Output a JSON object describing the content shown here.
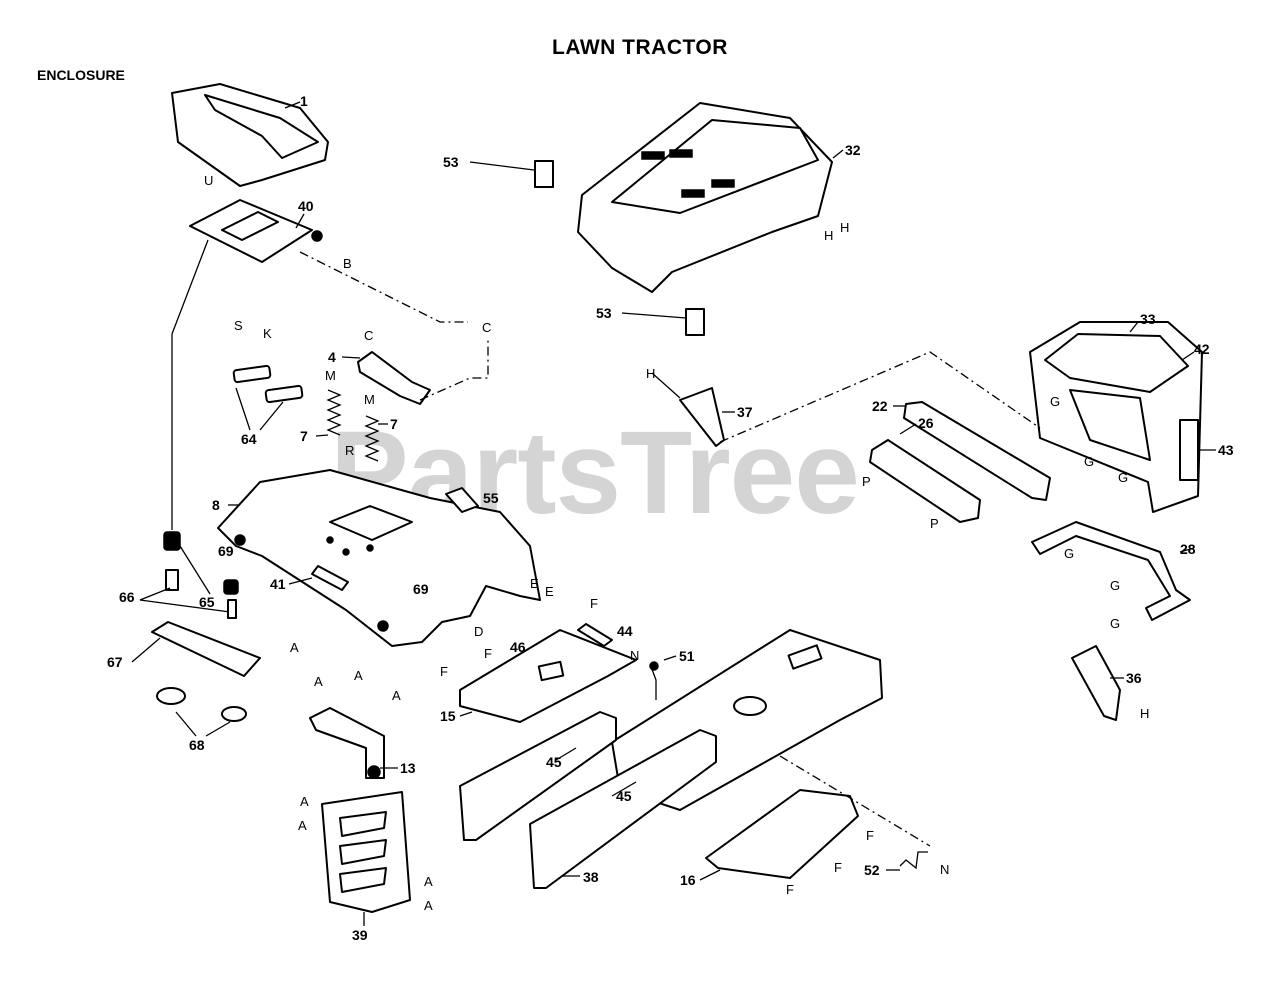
{
  "header": {
    "title": "LAWN TRACTOR",
    "section": "ENCLOSURE"
  },
  "watermark": "PartsTree",
  "parts": {
    "seat_1": "1",
    "hood_32": "32",
    "decal_53a": "53",
    "decal_53b": "53",
    "seat_plate_40": "40",
    "grill_33": "33",
    "bracket_42": "42",
    "side_43": "43",
    "lever_4": "4",
    "spring_7a": "7",
    "spring_7b": "7",
    "pad_64": "64",
    "bracket_37": "37",
    "rail_22": "22",
    "support_26": "26",
    "fender_8": "8",
    "decal_55": "55",
    "plug_69a": "69",
    "plug_69b": "69",
    "decal_41": "41",
    "grommet_66": "66",
    "spacer_65": "65",
    "plate_67": "67",
    "bumper_68": "68",
    "mount_13": "13",
    "step_15": "15",
    "footrest_46": "46",
    "decal_44": "44",
    "bolt_51": "51",
    "frame_45a": "45",
    "frame_45b": "45",
    "bracket_28": "28",
    "clip_36": "36",
    "panel_39": "39",
    "rail_38": "38",
    "footrest_16": "16",
    "clip_52": "52"
  },
  "refs": {
    "U": "U",
    "B": "B",
    "S": "S",
    "K": "K",
    "C1": "C",
    "C2": "C",
    "M1": "M",
    "M2": "M",
    "R": "R",
    "H1": "H",
    "H2": "H",
    "H3": "H",
    "H4": "H",
    "G1": "G",
    "G2": "G",
    "G3": "G",
    "G4": "G",
    "G5": "G",
    "G6": "G",
    "P1": "P",
    "P2": "P",
    "E1": "E",
    "E2": "E",
    "D": "D",
    "F1": "F",
    "F2": "F",
    "F3": "F",
    "F4": "F",
    "F5": "F",
    "F6": "F",
    "N1": "N",
    "N2": "N",
    "A1": "A",
    "A2": "A",
    "A3": "A",
    "A4": "A",
    "A5": "A",
    "A6": "A",
    "A7": "A",
    "A8": "A"
  }
}
